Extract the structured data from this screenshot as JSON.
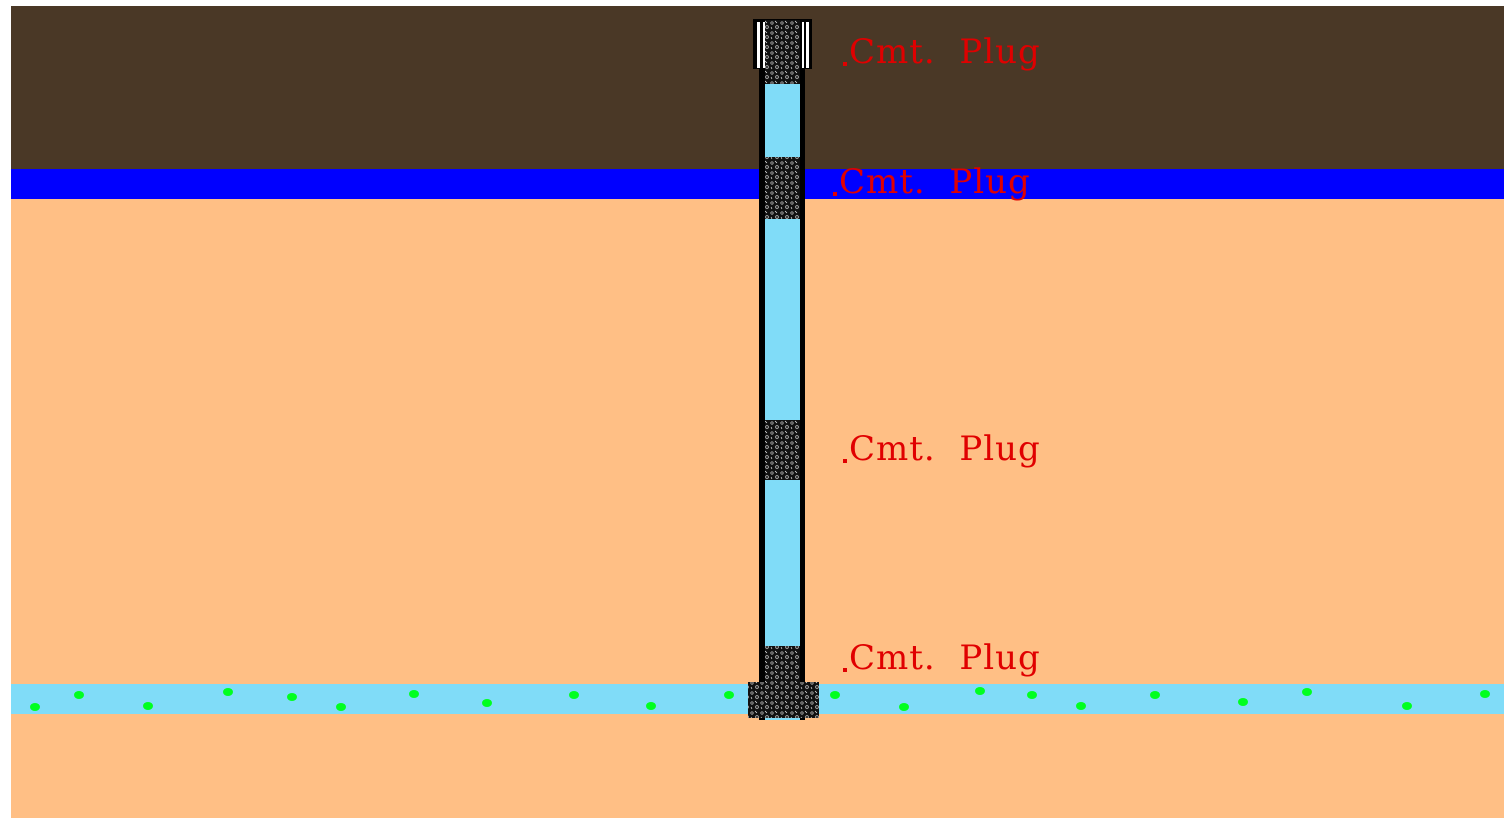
{
  "diagram": {
    "layers": [
      {
        "name": "surface-soil",
        "color": "#4a3826"
      },
      {
        "name": "freshwater-zone",
        "color": "#0000ff"
      },
      {
        "name": "formation",
        "color": "#ffbf85"
      },
      {
        "name": "oil-zone",
        "color": "#80dcf8"
      },
      {
        "name": "lower-formation",
        "color": "#ffbf85"
      }
    ],
    "wellbore": {
      "fluid_color": "#80dcf8",
      "casing_color": "#000000"
    },
    "plugs": [
      {
        "label": "Cmt.  Plug"
      },
      {
        "label": "Cmt.  Plug"
      },
      {
        "label": "Cmt.  Plug"
      },
      {
        "label": "Cmt.  Plug"
      }
    ],
    "label_color": "#e00000",
    "oil_droplet_color": "#00ff20"
  }
}
